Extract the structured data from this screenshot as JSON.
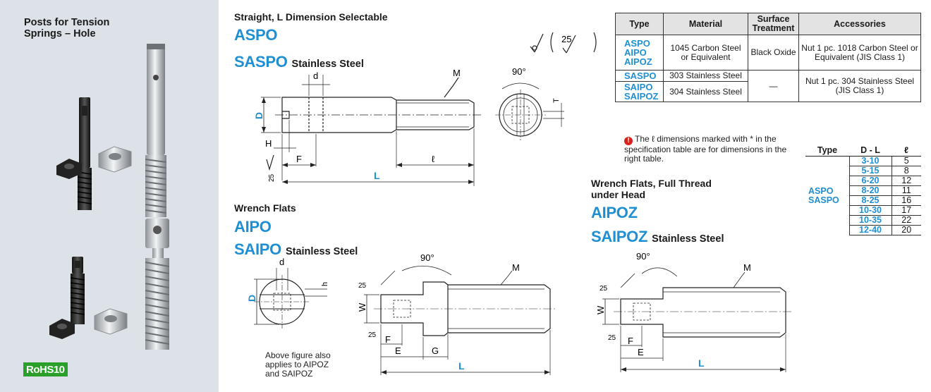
{
  "sidebar": {
    "title": "Posts for Tension Springs – Hole",
    "rohs_label": "RoHS10"
  },
  "section1": {
    "heading": "Straight, L Dimension Selectable",
    "model1": "ASPO",
    "model2": "SASPO",
    "model2_note": "Stainless Steel",
    "roughness": "25",
    "labels": {
      "d": "d",
      "M": "M",
      "D": "D",
      "H": "H",
      "F": "F",
      "ell": "ℓ",
      "L": "L",
      "angle": "90°",
      "T": "T",
      "rough": "25"
    }
  },
  "section2": {
    "heading": "Wrench Flats",
    "model1": "AIPO",
    "model2": "SAIPO",
    "model2_note": "Stainless Steel",
    "note": "Above figure also applies to AIPOZ and SAIPOZ",
    "labels": {
      "d": "d",
      "h": "h",
      "D": "D",
      "angle": "90°",
      "M": "M",
      "W": "W",
      "F": "F",
      "E": "E",
      "G": "G",
      "L": "L",
      "rough": "25"
    }
  },
  "section3": {
    "heading": "Wrench Flats, Full Thread under Head",
    "model1": "AIPOZ",
    "model2": "SAIPOZ",
    "model2_note": "Stainless Steel",
    "labels": {
      "angle": "90°",
      "M": "M",
      "W": "W",
      "F": "F",
      "E": "E",
      "L": "L",
      "rough": "25"
    }
  },
  "spec_table": {
    "headers": [
      "Type",
      "Material",
      "Surface Treatment",
      "Accessories"
    ],
    "row1": {
      "types": [
        "ASPO",
        "AIPO",
        "AIPOZ"
      ],
      "material": "1045 Carbon Steel or Equivalent",
      "surface": "Black Oxide",
      "accessories": "Nut 1 pc. 1018 Carbon Steel or Equivalent (JIS Class 1)"
    },
    "row2": {
      "types_a": [
        "SASPO"
      ],
      "types_b": [
        "SAIPO",
        "SAIPOZ"
      ],
      "material_a": "303 Stainless Steel",
      "material_b": "304 Stainless Steel",
      "surface": "—",
      "accessories": "Nut 1 pc. 304 Stainless Steel (JIS Class 1)"
    }
  },
  "warning": "The ℓ dimensions marked with * in the specification table are for dimensions in the right table.",
  "l_table": {
    "headers": [
      "Type",
      "D - L",
      "ℓ"
    ],
    "type_labels": [
      "ASPO",
      "SASPO"
    ],
    "rows": [
      {
        "dl": "3-10",
        "l": "5"
      },
      {
        "dl": "5-15",
        "l": "8"
      },
      {
        "dl": "6-20",
        "l": "12"
      },
      {
        "dl": "8-20",
        "l": "11"
      },
      {
        "dl": "8-25",
        "l": "16"
      },
      {
        "dl": "10-30",
        "l": "17"
      },
      {
        "dl": "10-35",
        "l": "22"
      },
      {
        "dl": "12-40",
        "l": "20"
      }
    ]
  }
}
